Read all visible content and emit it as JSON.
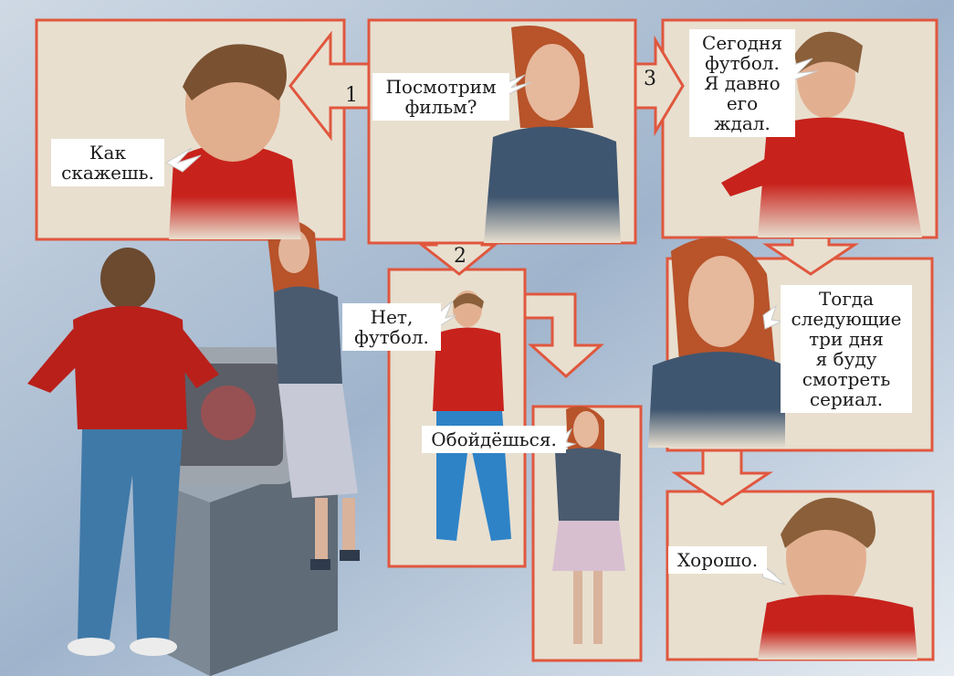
{
  "colors": {
    "frame": "#e0573e",
    "panel": "#e8dfcf",
    "background": "#c9d6e3",
    "shirt_red": "#c8221c",
    "denim": "#3f5670",
    "jeans": "#2e83c7"
  },
  "step_numbers": [
    "1",
    "2",
    "3"
  ],
  "bubbles": {
    "mother_question": [
      "Посмотрим",
      "фильм?"
    ],
    "son_reply_1": [
      "Как",
      "скажешь."
    ],
    "son_reply_2": [
      "Нет,",
      "футбол."
    ],
    "mother_reply_2": [
      "Обойдёшься."
    ],
    "son_reply_3": [
      "Сегодня",
      "футбол.",
      "Я давно",
      "его",
      "ждал."
    ],
    "mother_reply_3": [
      "Тогда",
      "следующие",
      "три дня",
      "я буду",
      "смотреть",
      "сериал."
    ],
    "son_final": [
      "Хорошо."
    ]
  }
}
